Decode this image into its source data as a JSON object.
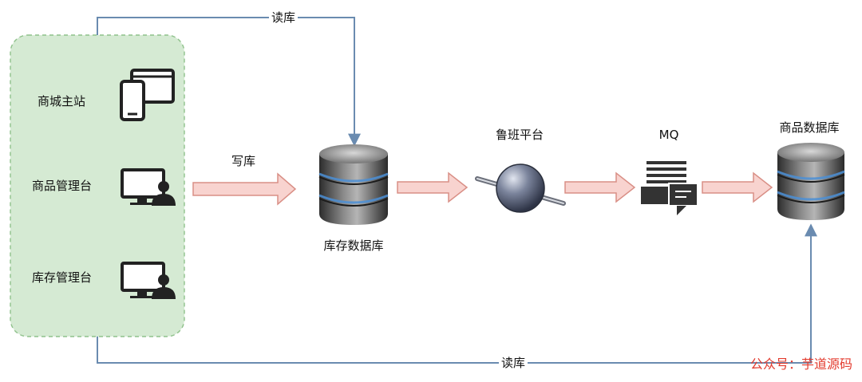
{
  "left_group": {
    "items": [
      {
        "label": "商城主站",
        "icon": "desktop-mobile-icon"
      },
      {
        "label": "商品管理台",
        "icon": "admin-workstation-icon"
      },
      {
        "label": "库存管理台",
        "icon": "admin-workstation-icon"
      }
    ],
    "fill_color": "#d5ead3",
    "border_color": "#8fc18b"
  },
  "edges": {
    "write": "写库",
    "read_top": "读库",
    "read_bottom": "读库"
  },
  "nodes": {
    "inventory_db": "库存数据库",
    "luban": "鲁班平台",
    "mq": "MQ",
    "product_db": "商品数据库"
  },
  "colors": {
    "flow_arrow_fill": "#f8d3cf",
    "flow_arrow_stroke": "#d98f86",
    "read_line": "#6a8bb0"
  },
  "watermark": "公众号：芋道源码"
}
